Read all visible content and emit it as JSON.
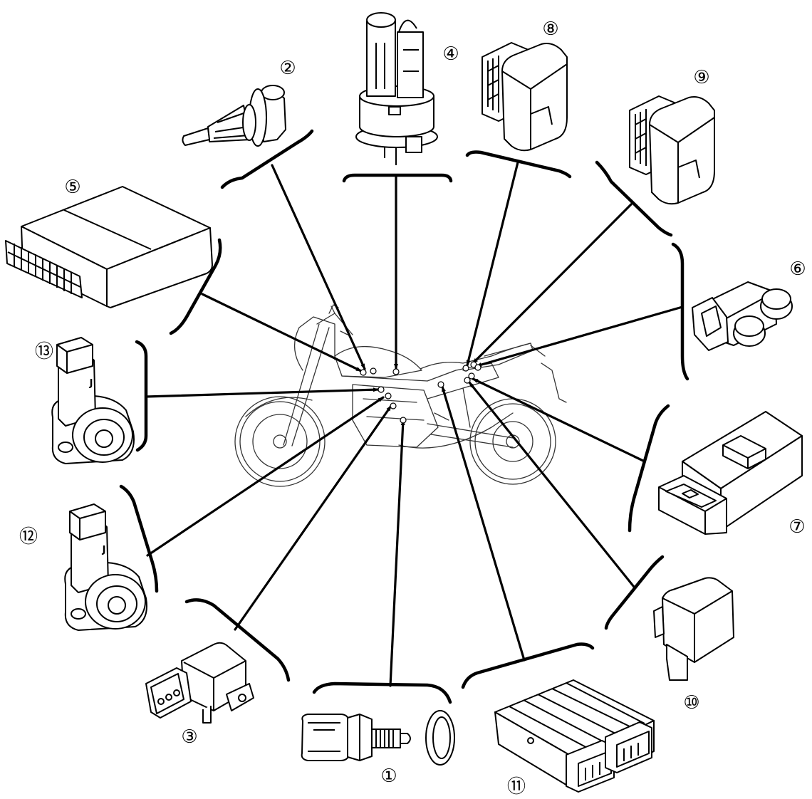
{
  "callouts": [
    "①",
    "②",
    "③",
    "④",
    "⑤",
    "⑥",
    "⑦",
    "⑧",
    "⑨",
    "⑩",
    "⑪",
    "⑫",
    "⑬"
  ],
  "part_marking": "J",
  "colors": {
    "line": "#000000",
    "background": "#ffffff"
  }
}
